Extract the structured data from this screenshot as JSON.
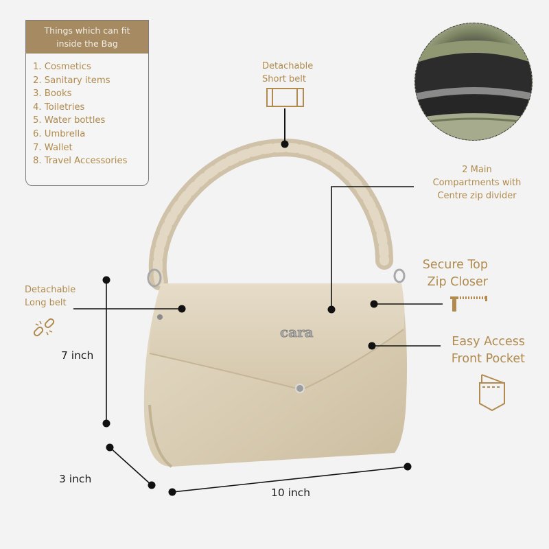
{
  "items_box": {
    "title_line1": "Things which can fit",
    "title_line2": "inside the Bag",
    "items": [
      "1. Cosmetics",
      "2. Sanitary items",
      "3. Books",
      "4. Toiletries",
      "5. Water bottles",
      "6. Umbrella",
      "7. Wallet",
      "8. Travel Accessories"
    ]
  },
  "callouts": {
    "short_belt": {
      "line1": "Detachable",
      "line2": "Short belt",
      "icon": "belt-icon"
    },
    "compartments": {
      "line1": "2 Main",
      "line2": "Compartments with",
      "line3": "Centre zip divider"
    },
    "zip": {
      "line1": "Secure Top",
      "line2": "Zip Closer",
      "icon": "zipper-icon"
    },
    "pocket": {
      "line1": "Easy Access",
      "line2": "Front Pocket",
      "icon": "pocket-icon"
    },
    "long_belt": {
      "line1": "Detachable",
      "line2": "Long belt",
      "icon": "broken-link-icon"
    }
  },
  "dimensions": {
    "height": "7 inch",
    "depth": "3 inch",
    "width": "10 inch"
  },
  "brand": {
    "logo": "cara"
  },
  "colors": {
    "accent_gold": "#b08a4e",
    "header_brown": "#a58a62",
    "bag_beige": "#d8ccb4",
    "background": "#f3f3f3"
  }
}
